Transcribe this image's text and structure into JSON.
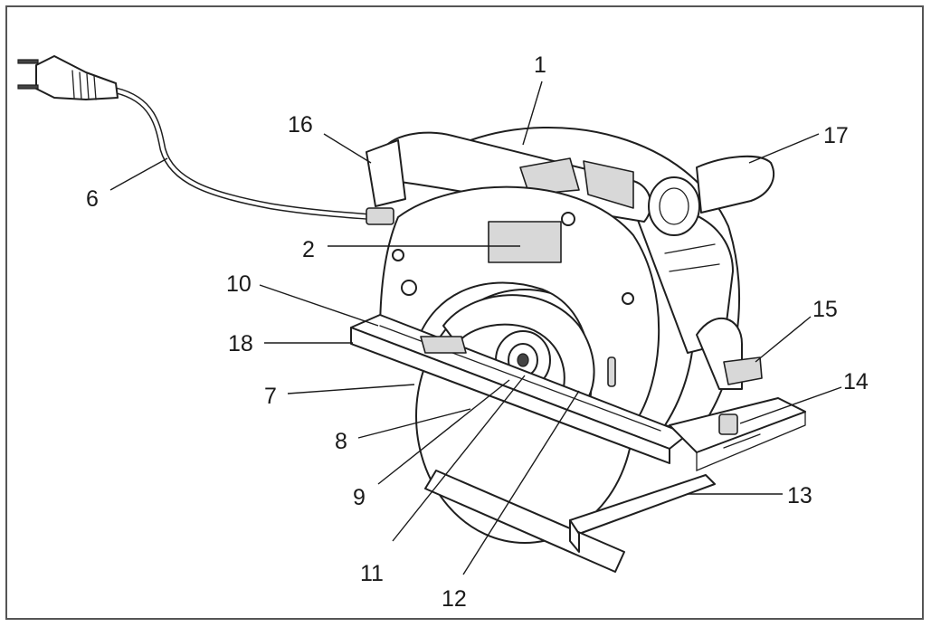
{
  "callouts": [
    {
      "id": "1",
      "label": "1"
    },
    {
      "id": "2",
      "label": "2"
    },
    {
      "id": "6",
      "label": "6"
    },
    {
      "id": "7",
      "label": "7"
    },
    {
      "id": "8",
      "label": "8"
    },
    {
      "id": "9",
      "label": "9"
    },
    {
      "id": "10",
      "label": "10"
    },
    {
      "id": "11",
      "label": "11"
    },
    {
      "id": "12",
      "label": "12"
    },
    {
      "id": "13",
      "label": "13"
    },
    {
      "id": "14",
      "label": "14"
    },
    {
      "id": "15",
      "label": "15"
    },
    {
      "id": "16",
      "label": "16"
    },
    {
      "id": "17",
      "label": "17"
    },
    {
      "id": "18",
      "label": "18"
    }
  ],
  "colors": {
    "ink": "#1f1f1f",
    "frame": "#555555",
    "background": "#ffffff"
  }
}
